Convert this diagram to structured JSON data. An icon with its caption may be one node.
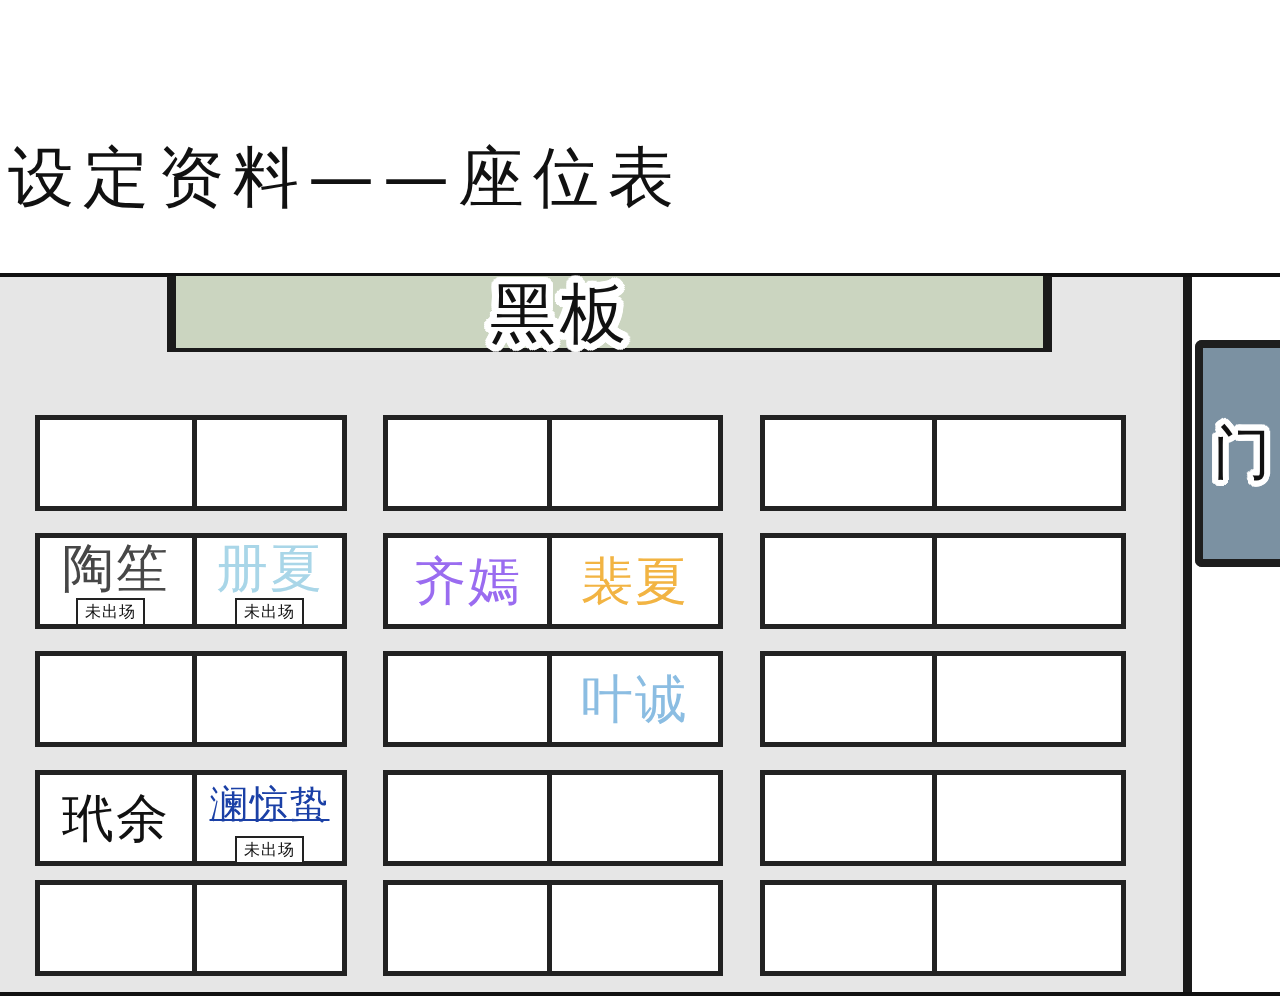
{
  "diagram": {
    "title": "设定资料——座位表",
    "nodes": [
      {
        "text": [
          "黑板"
        ]
      },
      {
        "text": [
          "门"
        ]
      },
      {
        "text": [],
        "shape": "box"
      },
      {
        "text": [],
        "shape": "box"
      },
      {
        "text": [],
        "shape": "box"
      },
      {
        "text": [],
        "shape": "box"
      },
      {
        "text": [],
        "shape": "box"
      },
      {
        "text": [],
        "shape": "box"
      },
      {
        "text": [
          "陶笙"
        ]
      },
      {
        "text": [
          "未出场"
        ],
        "in": 8
      },
      {
        "text": [
          "册夏"
        ]
      },
      {
        "text": [
          "未出场"
        ],
        "in": 10
      },
      {
        "text": [
          "齐嫣"
        ]
      },
      {
        "text": [
          "裴夏"
        ]
      },
      {
        "text": [],
        "shape": "box"
      },
      {
        "text": [],
        "shape": "box"
      },
      {
        "text": [],
        "shape": "box"
      },
      {
        "text": [],
        "shape": "box"
      },
      {
        "text": [],
        "shape": "box"
      },
      {
        "text": [
          "叶诚"
        ]
      },
      {
        "text": [],
        "shape": "box"
      },
      {
        "text": [],
        "shape": "box"
      },
      {
        "text": [
          "玳余"
        ]
      },
      {
        "text": [
          "澜惊蛰"
        ]
      },
      {
        "text": [
          "未出场"
        ],
        "in": 23
      },
      {
        "text": [],
        "shape": "box"
      },
      {
        "text": [],
        "shape": "box"
      },
      {
        "text": [],
        "shape": "box"
      },
      {
        "text": [],
        "shape": "box"
      },
      {
        "text": [],
        "shape": "box"
      },
      {
        "text": [],
        "shape": "box"
      },
      {
        "text": [],
        "shape": "box"
      },
      {
        "text": [],
        "shape": "box"
      },
      {
        "text": [],
        "shape": "box"
      },
      {
        "text": [],
        "shape": "box"
      }
    ]
  }
}
